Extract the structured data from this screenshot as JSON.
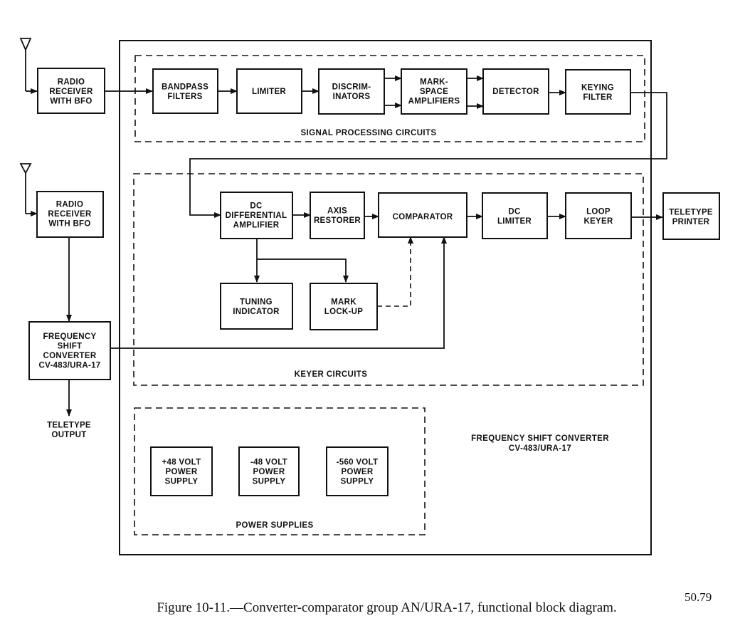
{
  "diagram": {
    "blocks": {
      "radio_receiver_1": [
        "RADIO",
        "RECEIVER",
        "WITH BFO"
      ],
      "bandpass_filters": [
        "BANDPASS",
        "FILTERS"
      ],
      "limiter": [
        "LIMITER"
      ],
      "discriminators": [
        "DISCRIM-",
        "INATORS"
      ],
      "mark_space_amplifiers": [
        "MARK-",
        "SPACE",
        "AMPLIFIERS"
      ],
      "detector": [
        "DETECTOR"
      ],
      "keying_filter": [
        "KEYING",
        "FILTER"
      ],
      "radio_receiver_2": [
        "RADIO",
        "RECEIVER",
        "WITH BFO"
      ],
      "dc_differential_amplifier": [
        "DC",
        "DIFFERENTIAL",
        "AMPLIFIER"
      ],
      "axis_restorer": [
        "AXIS",
        "RESTORER"
      ],
      "comparator": [
        "COMPARATOR"
      ],
      "dc_limiter": [
        "DC",
        "LIMITER"
      ],
      "loop_keyer": [
        "LOOP",
        "KEYER"
      ],
      "teletype_printer": [
        "TELETYPE",
        "PRINTER"
      ],
      "tuning_indicator": [
        "TUNING",
        "INDICATOR"
      ],
      "mark_lock_up": [
        "MARK",
        "LOCK-UP"
      ],
      "frequency_shift_converter_ext": [
        "FREQUENCY",
        "SHIFT",
        "CONVERTER",
        "CV-483/URA-17"
      ],
      "plus48_power_supply": [
        "+48 VOLT",
        "POWER",
        "SUPPLY"
      ],
      "minus48_power_supply": [
        "-48 VOLT",
        "POWER",
        "SUPPLY"
      ],
      "minus560_power_supply": [
        "-560 VOLT",
        "POWER",
        "SUPPLY"
      ]
    },
    "labels": {
      "teletype_output": [
        "TELETYPE",
        "OUTPUT"
      ],
      "signal_processing_circuits": "SIGNAL PROCESSING CIRCUITS",
      "keyer_circuits": "KEYER CIRCUITS",
      "power_supplies": "POWER SUPPLIES",
      "unit_name": [
        "FREQUENCY SHIFT CONVERTER",
        "CV-483/URA-17"
      ]
    },
    "connections": [
      {
        "from": "antenna_1",
        "to": "radio_receiver_1"
      },
      {
        "from": "radio_receiver_1",
        "to": "bandpass_filters"
      },
      {
        "from": "bandpass_filters",
        "to": "limiter"
      },
      {
        "from": "limiter",
        "to": "discriminators"
      },
      {
        "from": "discriminators",
        "to": "mark_space_amplifiers",
        "count": 2
      },
      {
        "from": "mark_space_amplifiers",
        "to": "detector",
        "count": 2
      },
      {
        "from": "detector",
        "to": "keying_filter"
      },
      {
        "from": "keying_filter",
        "to": "dc_differential_amplifier"
      },
      {
        "from": "dc_differential_amplifier",
        "to": "axis_restorer"
      },
      {
        "from": "axis_restorer",
        "to": "comparator"
      },
      {
        "from": "comparator",
        "to": "dc_limiter"
      },
      {
        "from": "dc_limiter",
        "to": "loop_keyer"
      },
      {
        "from": "loop_keyer",
        "to": "teletype_printer"
      },
      {
        "from": "dc_differential_amplifier",
        "to": "tuning_indicator"
      },
      {
        "from": "dc_differential_amplifier",
        "to": "mark_lock_up"
      },
      {
        "from": "mark_lock_up",
        "to": "comparator",
        "style": "dashed"
      },
      {
        "from": "antenna_2",
        "to": "radio_receiver_2"
      },
      {
        "from": "radio_receiver_2",
        "to": "frequency_shift_converter_ext"
      },
      {
        "from": "frequency_shift_converter_ext",
        "to": "comparator"
      },
      {
        "from": "frequency_shift_converter_ext",
        "to": "teletype_output"
      }
    ]
  },
  "caption": {
    "text": "Figure 10-11.—Converter-comparator group AN/URA-17, functional block diagram.",
    "page_ref": "50.79"
  }
}
